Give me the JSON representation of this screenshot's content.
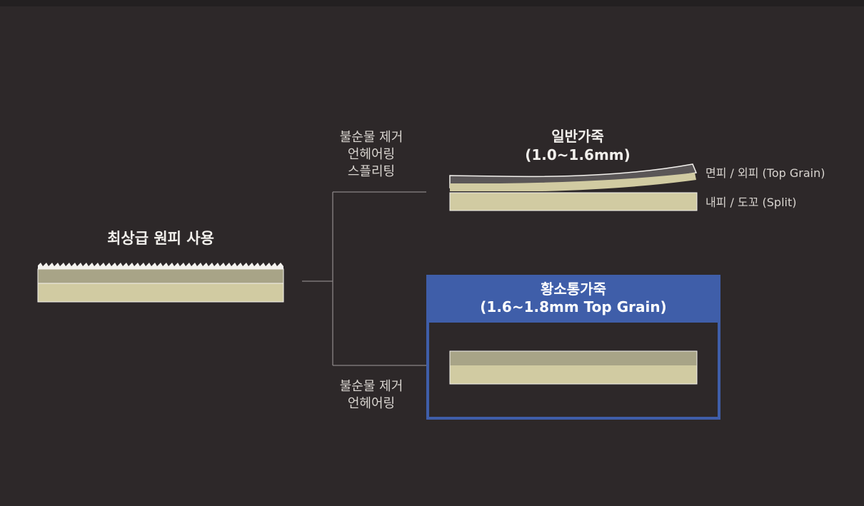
{
  "source": {
    "title": "최상급 원피 사용"
  },
  "process_top": {
    "lines": [
      "불순물 제거",
      "언헤어링",
      "스플리팅"
    ]
  },
  "process_bottom": {
    "lines": [
      "불순물 제거",
      "언헤어링"
    ]
  },
  "normal_leather": {
    "title": "일반가죽",
    "thickness": "(1.0~1.6mm)",
    "top_layer_label": "면피 / 외피 (Top Grain)",
    "split_layer_label": "내피 / 도꼬 (Split)"
  },
  "premium_leather": {
    "title": "황소통가죽",
    "thickness": "(1.6~1.8mm Top Grain)"
  },
  "colors": {
    "background": "#2d2829",
    "grain_layer": "#a8a487",
    "split_layer": "#d1cba2",
    "top_grain_dark": "#5a5657",
    "accent_blue": "#3f5ea9",
    "connector": "#8a8586"
  }
}
